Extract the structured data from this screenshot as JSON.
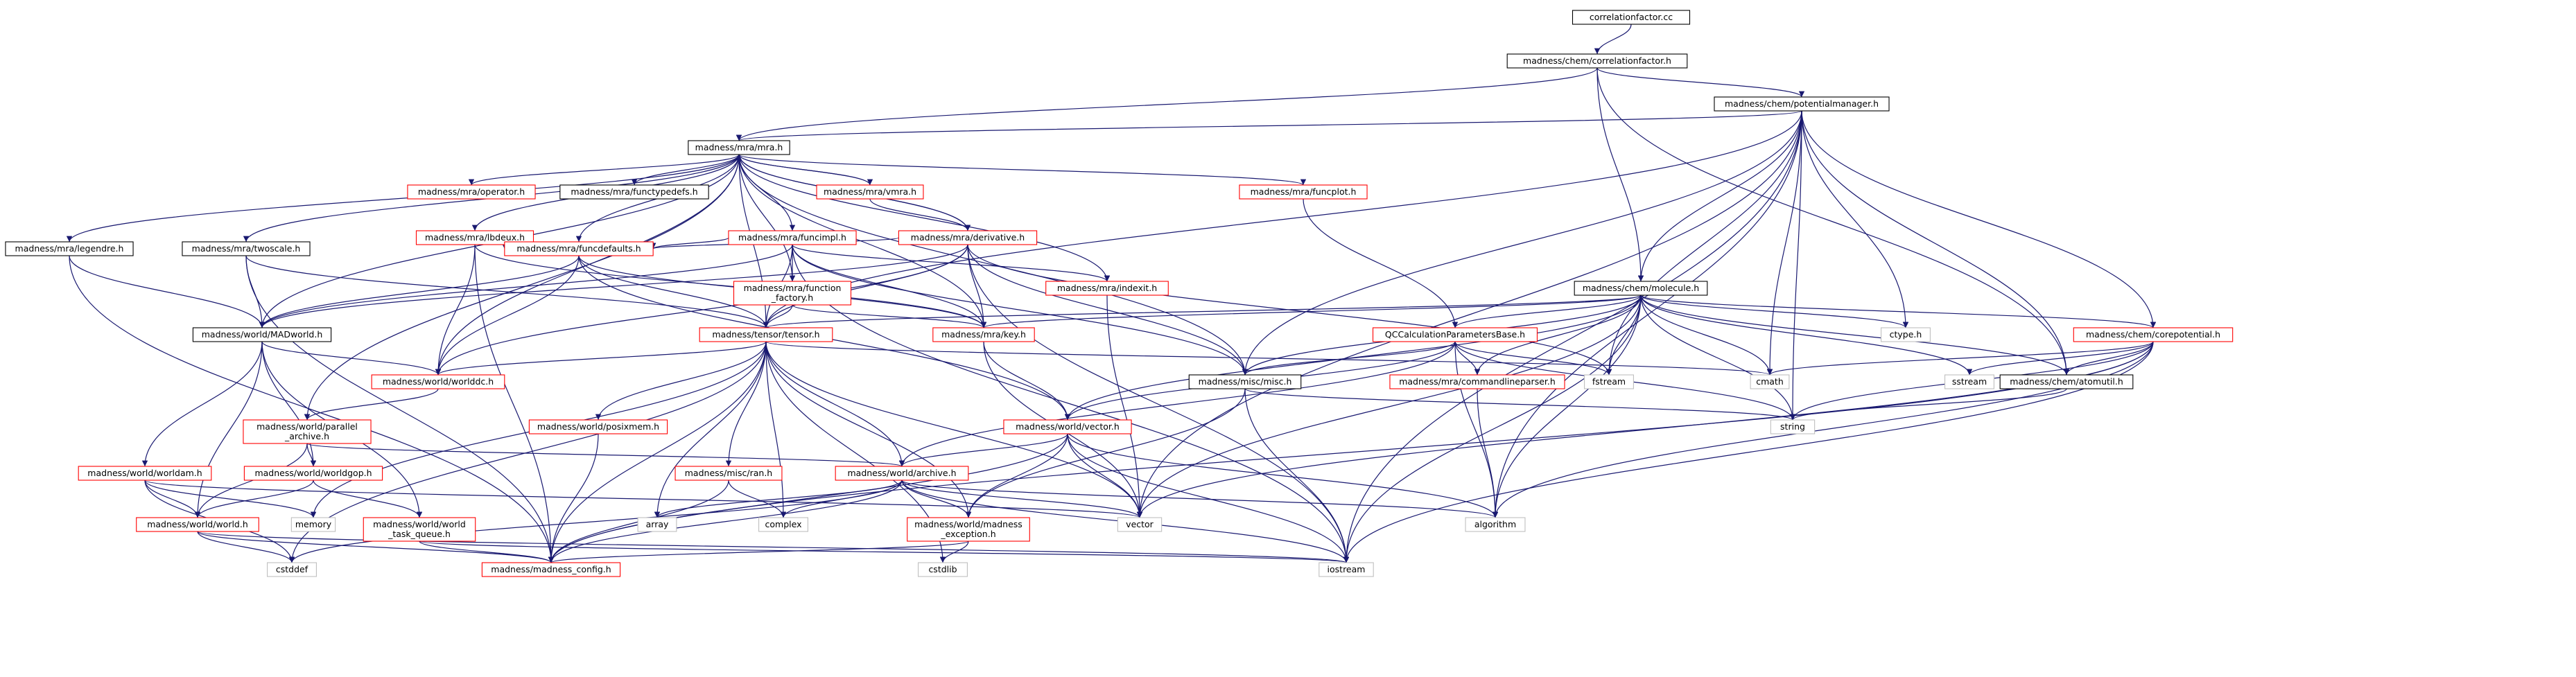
{
  "colors": {
    "edge": "#191970",
    "node_border_default": "#000000",
    "node_border_incomplete": "#ff0000",
    "node_border_external": "#bfbfbf",
    "root_fill": "#bfbfbf"
  },
  "diagram": {
    "nodes": [
      {
        "id": "correlationfactor_cc",
        "lines": [
          "correlationfactor.cc"
        ],
        "kind": "root"
      },
      {
        "id": "chem_correlationfactor_h",
        "lines": [
          "madness/chem/correlationfactor.h"
        ],
        "kind": "normal"
      },
      {
        "id": "chem_potentialmanager_h",
        "lines": [
          "madness/chem/potentialmanager.h"
        ],
        "kind": "normal"
      },
      {
        "id": "mra_mra_h",
        "lines": [
          "madness/mra/mra.h"
        ],
        "kind": "normal"
      },
      {
        "id": "mra_operator_h",
        "lines": [
          "madness/mra/operator.h"
        ],
        "kind": "incomplete"
      },
      {
        "id": "mra_functypedefs_h",
        "lines": [
          "madness/mra/functypedefs.h"
        ],
        "kind": "normal"
      },
      {
        "id": "mra_vmra_h",
        "lines": [
          "madness/mra/vmra.h"
        ],
        "kind": "incomplete"
      },
      {
        "id": "mra_funcplot_h",
        "lines": [
          "madness/mra/funcplot.h"
        ],
        "kind": "incomplete"
      },
      {
        "id": "mra_lbdeux_h",
        "lines": [
          "madness/mra/lbdeux.h"
        ],
        "kind": "incomplete"
      },
      {
        "id": "mra_funcimpl_h",
        "lines": [
          "madness/mra/funcimpl.h"
        ],
        "kind": "incomplete"
      },
      {
        "id": "mra_derivative_h",
        "lines": [
          "madness/mra/derivative.h"
        ],
        "kind": "incomplete"
      },
      {
        "id": "mra_legendre_h",
        "lines": [
          "madness/mra/legendre.h"
        ],
        "kind": "normal"
      },
      {
        "id": "mra_twoscale_h",
        "lines": [
          "madness/mra/twoscale.h"
        ],
        "kind": "normal"
      },
      {
        "id": "mra_funcdefaults_h",
        "lines": [
          "madness/mra/funcdefaults.h"
        ],
        "kind": "incomplete"
      },
      {
        "id": "mra_function_factory_h",
        "lines": [
          "madness/mra/function",
          "_factory.h"
        ],
        "kind": "incomplete"
      },
      {
        "id": "mra_indexit_h",
        "lines": [
          "madness/mra/indexit.h"
        ],
        "kind": "incomplete"
      },
      {
        "id": "chem_molecule_h",
        "lines": [
          "madness/chem/molecule.h"
        ],
        "kind": "normal"
      },
      {
        "id": "world_madworld_h",
        "lines": [
          "madness/world/MADworld.h"
        ],
        "kind": "normal"
      },
      {
        "id": "tensor_tensor_h",
        "lines": [
          "madness/tensor/tensor.h"
        ],
        "kind": "incomplete"
      },
      {
        "id": "mra_key_h",
        "lines": [
          "madness/mra/key.h"
        ],
        "kind": "incomplete"
      },
      {
        "id": "qccalc_params_h",
        "lines": [
          "QCCalculationParametersBase.h"
        ],
        "kind": "incomplete"
      },
      {
        "id": "chem_corepotential_h",
        "lines": [
          "madness/chem/corepotential.h"
        ],
        "kind": "incomplete"
      },
      {
        "id": "ctype_h",
        "lines": [
          "ctype.h"
        ],
        "kind": "external"
      },
      {
        "id": "world_worlddc_h",
        "lines": [
          "madness/world/worlddc.h"
        ],
        "kind": "incomplete"
      },
      {
        "id": "misc_misc_h",
        "lines": [
          "madness/misc/misc.h"
        ],
        "kind": "normal"
      },
      {
        "id": "mra_commandlineparser_h",
        "lines": [
          "madness/mra/commandlineparser.h"
        ],
        "kind": "incomplete"
      },
      {
        "id": "fstream",
        "lines": [
          "fstream"
        ],
        "kind": "external"
      },
      {
        "id": "cmath",
        "lines": [
          "cmath"
        ],
        "kind": "external"
      },
      {
        "id": "sstream",
        "lines": [
          "sstream"
        ],
        "kind": "external"
      },
      {
        "id": "chem_atomutil_h",
        "lines": [
          "madness/chem/atomutil.h"
        ],
        "kind": "normal"
      },
      {
        "id": "world_parallel_archive_h",
        "lines": [
          "madness/world/parallel",
          "_archive.h"
        ],
        "kind": "incomplete"
      },
      {
        "id": "world_posixmem_h",
        "lines": [
          "madness/world/posixmem.h"
        ],
        "kind": "incomplete"
      },
      {
        "id": "world_vector_h",
        "lines": [
          "madness/world/vector.h"
        ],
        "kind": "incomplete"
      },
      {
        "id": "string",
        "lines": [
          "string"
        ],
        "kind": "external"
      },
      {
        "id": "world_worldam_h",
        "lines": [
          "madness/world/worldam.h"
        ],
        "kind": "incomplete"
      },
      {
        "id": "world_worldgop_h",
        "lines": [
          "madness/world/worldgop.h"
        ],
        "kind": "incomplete"
      },
      {
        "id": "misc_ran_h",
        "lines": [
          "madness/misc/ran.h"
        ],
        "kind": "incomplete"
      },
      {
        "id": "world_archive_h",
        "lines": [
          "madness/world/archive.h"
        ],
        "kind": "incomplete"
      },
      {
        "id": "world_world_h",
        "lines": [
          "madness/world/world.h"
        ],
        "kind": "incomplete"
      },
      {
        "id": "memory",
        "lines": [
          "memory"
        ],
        "kind": "external"
      },
      {
        "id": "world_world_task_queue_h",
        "lines": [
          "madness/world/world",
          "_task_queue.h"
        ],
        "kind": "incomplete"
      },
      {
        "id": "array",
        "lines": [
          "array"
        ],
        "kind": "external"
      },
      {
        "id": "complex",
        "lines": [
          "complex"
        ],
        "kind": "external"
      },
      {
        "id": "world_madness_exception_h",
        "lines": [
          "madness/world/madness",
          "_exception.h"
        ],
        "kind": "incomplete"
      },
      {
        "id": "vector",
        "lines": [
          "vector"
        ],
        "kind": "external"
      },
      {
        "id": "algorithm",
        "lines": [
          "algorithm"
        ],
        "kind": "external"
      },
      {
        "id": "cstddef",
        "lines": [
          "cstddef"
        ],
        "kind": "external"
      },
      {
        "id": "madness_config_h",
        "lines": [
          "madness/madness_config.h"
        ],
        "kind": "incomplete"
      },
      {
        "id": "cstdlib",
        "lines": [
          "cstdlib"
        ],
        "kind": "external"
      },
      {
        "id": "iostream",
        "lines": [
          "iostream"
        ],
        "kind": "external"
      }
    ],
    "edges": [
      [
        "correlationfactor_cc",
        "chem_correlationfactor_h"
      ],
      [
        "chem_correlationfactor_h",
        "mra_mra_h"
      ],
      [
        "chem_correlationfactor_h",
        "chem_potentialmanager_h"
      ],
      [
        "chem_correlationfactor_h",
        "chem_molecule_h"
      ],
      [
        "chem_correlationfactor_h",
        "chem_atomutil_h"
      ],
      [
        "chem_potentialmanager_h",
        "mra_mra_h"
      ],
      [
        "chem_potentialmanager_h",
        "chem_molecule_h"
      ],
      [
        "chem_potentialmanager_h",
        "chem_corepotential_h"
      ],
      [
        "chem_potentialmanager_h",
        "chem_atomutil_h"
      ],
      [
        "chem_potentialmanager_h",
        "tensor_tensor_h"
      ],
      [
        "chem_potentialmanager_h",
        "misc_misc_h"
      ],
      [
        "chem_potentialmanager_h",
        "fstream"
      ],
      [
        "chem_potentialmanager_h",
        "ctype_h"
      ],
      [
        "chem_potentialmanager_h",
        "cmath"
      ],
      [
        "chem_potentialmanager_h",
        "vector"
      ],
      [
        "chem_potentialmanager_h",
        "string"
      ],
      [
        "chem_potentialmanager_h",
        "iostream"
      ],
      [
        "chem_potentialmanager_h",
        "algorithm"
      ],
      [
        "mra_mra_h",
        "mra_legendre_h"
      ],
      [
        "mra_mra_h",
        "mra_twoscale_h"
      ],
      [
        "mra_mra_h",
        "world_madworld_h"
      ],
      [
        "mra_mra_h",
        "world_parallel_archive_h"
      ],
      [
        "mra_mra_h",
        "world_worlddc_h"
      ],
      [
        "mra_mra_h",
        "mra_operator_h"
      ],
      [
        "mra_mra_h",
        "mra_functypedefs_h"
      ],
      [
        "mra_mra_h",
        "mra_lbdeux_h"
      ],
      [
        "mra_mra_h",
        "mra_funcdefaults_h"
      ],
      [
        "mra_mra_h",
        "mra_funcimpl_h"
      ],
      [
        "mra_mra_h",
        "mra_vmra_h"
      ],
      [
        "mra_mra_h",
        "mra_derivative_h"
      ],
      [
        "mra_mra_h",
        "mra_function_factory_h"
      ],
      [
        "mra_mra_h",
        "tensor_tensor_h"
      ],
      [
        "mra_mra_h",
        "mra_key_h"
      ],
      [
        "mra_mra_h",
        "misc_misc_h"
      ],
      [
        "mra_mra_h",
        "mra_indexit_h"
      ],
      [
        "mra_mra_h",
        "mra_funcplot_h"
      ],
      [
        "mra_vmra_h",
        "mra_mra_h"
      ],
      [
        "mra_vmra_h",
        "mra_derivative_h"
      ],
      [
        "mra_funcplot_h",
        "qccalc_params_h"
      ],
      [
        "mra_lbdeux_h",
        "mra_funcdefaults_h"
      ],
      [
        "mra_lbdeux_h",
        "mra_key_h"
      ],
      [
        "mra_lbdeux_h",
        "world_worlddc_h"
      ],
      [
        "mra_lbdeux_h",
        "madness_config_h"
      ],
      [
        "mra_funcimpl_h",
        "mra_funcdefaults_h"
      ],
      [
        "mra_funcimpl_h",
        "mra_function_factory_h"
      ],
      [
        "mra_funcimpl_h",
        "tensor_tensor_h"
      ],
      [
        "mra_funcimpl_h",
        "mra_key_h"
      ],
      [
        "mra_funcimpl_h",
        "mra_indexit_h"
      ],
      [
        "mra_funcimpl_h",
        "misc_misc_h"
      ],
      [
        "mra_funcimpl_h",
        "world_madworld_h"
      ],
      [
        "mra_funcimpl_h",
        "iostream"
      ],
      [
        "mra_derivative_h",
        "mra_mra_h"
      ],
      [
        "mra_derivative_h",
        "mra_funcdefaults_h"
      ],
      [
        "mra_derivative_h",
        "tensor_tensor_h"
      ],
      [
        "mra_derivative_h",
        "mra_key_h"
      ],
      [
        "mra_derivative_h",
        "misc_misc_h"
      ],
      [
        "mra_derivative_h",
        "world_madworld_h"
      ],
      [
        "mra_derivative_h",
        "world_worlddc_h"
      ],
      [
        "mra_derivative_h",
        "iostream"
      ],
      [
        "mra_derivative_h",
        "fstream"
      ],
      [
        "mra_legendre_h",
        "world_madworld_h"
      ],
      [
        "mra_legendre_h",
        "madness_config_h"
      ],
      [
        "mra_twoscale_h",
        "world_madworld_h"
      ],
      [
        "mra_twoscale_h",
        "tensor_tensor_h"
      ],
      [
        "mra_twoscale_h",
        "madness_config_h"
      ],
      [
        "mra_funcdefaults_h",
        "world_madworld_h"
      ],
      [
        "mra_funcdefaults_h",
        "tensor_tensor_h"
      ],
      [
        "mra_funcdefaults_h",
        "mra_key_h"
      ],
      [
        "mra_funcdefaults_h",
        "world_worlddc_h"
      ],
      [
        "mra_funcdefaults_h",
        "world_vector_h"
      ],
      [
        "mra_function_factory_h",
        "tensor_tensor_h"
      ],
      [
        "mra_function_factory_h",
        "mra_key_h"
      ],
      [
        "mra_indexit_h",
        "vector"
      ],
      [
        "chem_molecule_h",
        "tensor_tensor_h"
      ],
      [
        "chem_molecule_h",
        "mra_key_h"
      ],
      [
        "chem_molecule_h",
        "qccalc_params_h"
      ],
      [
        "chem_molecule_h",
        "chem_corepotential_h"
      ],
      [
        "chem_molecule_h",
        "chem_atomutil_h"
      ],
      [
        "chem_molecule_h",
        "misc_misc_h"
      ],
      [
        "chem_molecule_h",
        "mra_commandlineparser_h"
      ],
      [
        "chem_molecule_h",
        "fstream"
      ],
      [
        "chem_molecule_h",
        "cmath"
      ],
      [
        "chem_molecule_h",
        "sstream"
      ],
      [
        "chem_molecule_h",
        "ctype_h"
      ],
      [
        "chem_molecule_h",
        "string"
      ],
      [
        "chem_molecule_h",
        "world_vector_h"
      ],
      [
        "chem_molecule_h",
        "vector"
      ],
      [
        "chem_molecule_h",
        "algorithm"
      ],
      [
        "chem_molecule_h",
        "iostream"
      ],
      [
        "world_madworld_h",
        "world_worlddc_h"
      ],
      [
        "world_madworld_h",
        "world_worldam_h"
      ],
      [
        "world_madworld_h",
        "world_worldgop_h"
      ],
      [
        "world_madworld_h",
        "world_world_h"
      ],
      [
        "world_madworld_h",
        "world_world_task_queue_h"
      ],
      [
        "tensor_tensor_h",
        "world_posixmem_h"
      ],
      [
        "tensor_tensor_h",
        "misc_ran_h"
      ],
      [
        "tensor_tensor_h",
        "world_archive_h"
      ],
      [
        "tensor_tensor_h",
        "madness_config_h"
      ],
      [
        "tensor_tensor_h",
        "memory"
      ],
      [
        "tensor_tensor_h",
        "array"
      ],
      [
        "tensor_tensor_h",
        "complex"
      ],
      [
        "tensor_tensor_h",
        "vector"
      ],
      [
        "tensor_tensor_h",
        "cstddef"
      ],
      [
        "tensor_tensor_h",
        "cstdlib"
      ],
      [
        "tensor_tensor_h",
        "world_worlddc_h"
      ],
      [
        "tensor_tensor_h",
        "cmath"
      ],
      [
        "tensor_tensor_h",
        "world_madness_exception_h"
      ],
      [
        "mra_key_h",
        "world_vector_h"
      ],
      [
        "mra_key_h",
        "vector"
      ],
      [
        "qccalc_params_h",
        "misc_misc_h"
      ],
      [
        "qccalc_params_h",
        "mra_commandlineparser_h"
      ],
      [
        "qccalc_params_h",
        "fstream"
      ],
      [
        "qccalc_params_h",
        "string"
      ],
      [
        "qccalc_params_h",
        "world_archive_h"
      ],
      [
        "qccalc_params_h",
        "world_vector_h"
      ],
      [
        "qccalc_params_h",
        "algorithm"
      ],
      [
        "chem_corepotential_h",
        "chem_atomutil_h"
      ],
      [
        "chem_corepotential_h",
        "cmath"
      ],
      [
        "chem_corepotential_h",
        "sstream"
      ],
      [
        "chem_corepotential_h",
        "string"
      ],
      [
        "chem_corepotential_h",
        "vector"
      ],
      [
        "chem_corepotential_h",
        "iostream"
      ],
      [
        "chem_corepotential_h",
        "madness_config_h"
      ],
      [
        "chem_corepotential_h",
        "algorithm"
      ],
      [
        "world_worlddc_h",
        "world_parallel_archive_h"
      ],
      [
        "misc_misc_h",
        "string"
      ],
      [
        "misc_misc_h",
        "iostream"
      ],
      [
        "misc_misc_h",
        "world_madness_exception_h"
      ],
      [
        "mra_commandlineparser_h",
        "algorithm"
      ],
      [
        "chem_atomutil_h",
        "string"
      ],
      [
        "world_parallel_archive_h",
        "world_archive_h"
      ],
      [
        "world_parallel_archive_h",
        "world_worldgop_h"
      ],
      [
        "world_parallel_archive_h",
        "world_world_h"
      ],
      [
        "world_posixmem_h",
        "madness_config_h"
      ],
      [
        "world_vector_h",
        "world_archive_h"
      ],
      [
        "world_vector_h",
        "world_madness_exception_h"
      ],
      [
        "world_vector_h",
        "vector"
      ],
      [
        "world_vector_h",
        "madness_config_h"
      ],
      [
        "world_vector_h",
        "algorithm"
      ],
      [
        "world_vector_h",
        "iostream"
      ],
      [
        "world_worldam_h",
        "world_world_h"
      ],
      [
        "world_worldam_h",
        "memory"
      ],
      [
        "world_worldam_h",
        "vector"
      ],
      [
        "world_worldam_h",
        "cstddef"
      ],
      [
        "world_worldgop_h",
        "world_world_h"
      ],
      [
        "world_worldgop_h",
        "world_world_task_queue_h"
      ],
      [
        "misc_ran_h",
        "complex"
      ],
      [
        "misc_ran_h",
        "madness_config_h"
      ],
      [
        "world_archive_h",
        "array"
      ],
      [
        "world_archive_h",
        "complex"
      ],
      [
        "world_archive_h",
        "world_madness_exception_h"
      ],
      [
        "world_archive_h",
        "vector"
      ],
      [
        "world_archive_h",
        "madness_config_h"
      ],
      [
        "world_archive_h",
        "iostream"
      ],
      [
        "world_archive_h",
        "cstddef"
      ],
      [
        "world_archive_h",
        "algorithm"
      ],
      [
        "world_world_h",
        "madness_config_h"
      ],
      [
        "world_world_h",
        "cstddef"
      ],
      [
        "world_world_h",
        "iostream"
      ],
      [
        "world_world_task_queue_h",
        "madness_config_h"
      ],
      [
        "world_world_task_queue_h",
        "iostream"
      ],
      [
        "world_madness_exception_h",
        "cstdlib"
      ],
      [
        "world_madness_exception_h",
        "madness_config_h"
      ]
    ]
  }
}
